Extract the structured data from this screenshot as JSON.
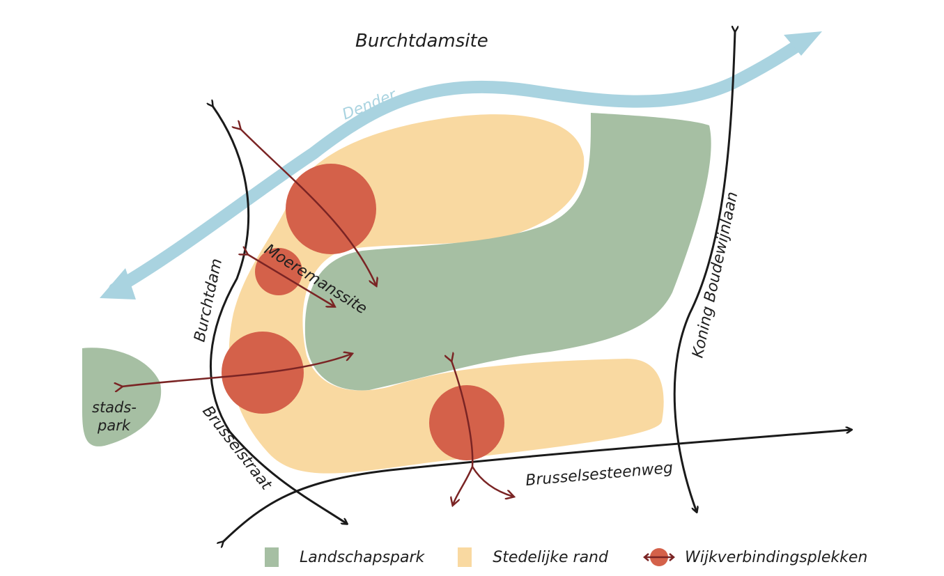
{
  "labels": {
    "burchtdamsite": "Burchtdamsite",
    "dender": "Dender",
    "burchtdam": "Burchtdam",
    "moeremanssite": "Moeremanssite",
    "koning_boudewijnlaan": "Koning Boudewijnlaan",
    "stadspark_line1": "stads-",
    "stadspark_line2": "park",
    "brusselstraat": "Brusselstraat",
    "brusselsesteenweg": "Brusselsesteenweg"
  },
  "legend": [
    {
      "label": "Landschapspark",
      "color": "#a6bfa3"
    },
    {
      "label": "Stedelijke rand",
      "color": "#f9d9a1"
    },
    {
      "label": "Wijkverbindingsplekken",
      "color": "#d4614a"
    }
  ],
  "colors": {
    "river": "#a9d3e0",
    "arrow": "#7a2424",
    "road": "#1a1a1a"
  }
}
